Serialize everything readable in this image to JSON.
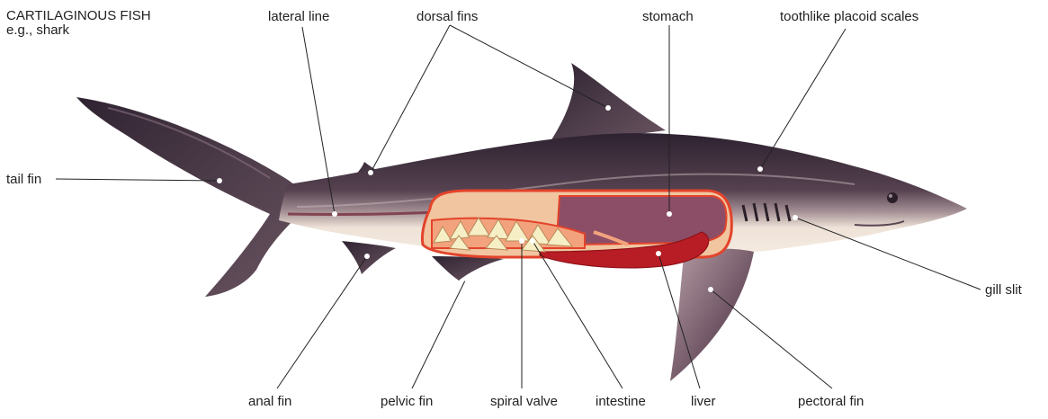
{
  "title": {
    "line1": "CARTILAGINOUS FISH",
    "line2": "e.g., shark"
  },
  "labels": {
    "lateral_line": "lateral line",
    "dorsal_fins": "dorsal fins",
    "stomach": "stomach",
    "placoid_scales": "toothlike placoid scales",
    "tail_fin": "tail fin",
    "gill_slit": "gill slit",
    "anal_fin": "anal fin",
    "pelvic_fin": "pelvic fin",
    "spiral_valve": "spiral valve",
    "intestine": "intestine",
    "liver": "liver",
    "pectoral_fin": "pectoral fin"
  },
  "colors": {
    "body_dark": "#3b2a36",
    "body_mid": "#6a5463",
    "belly": "#efe2d8",
    "organ_outline": "#e3432b",
    "stomach": "#8c4e66",
    "cavity": "#f1c5a0",
    "intestine": "#b81c24",
    "valve": "#f6efc6"
  }
}
